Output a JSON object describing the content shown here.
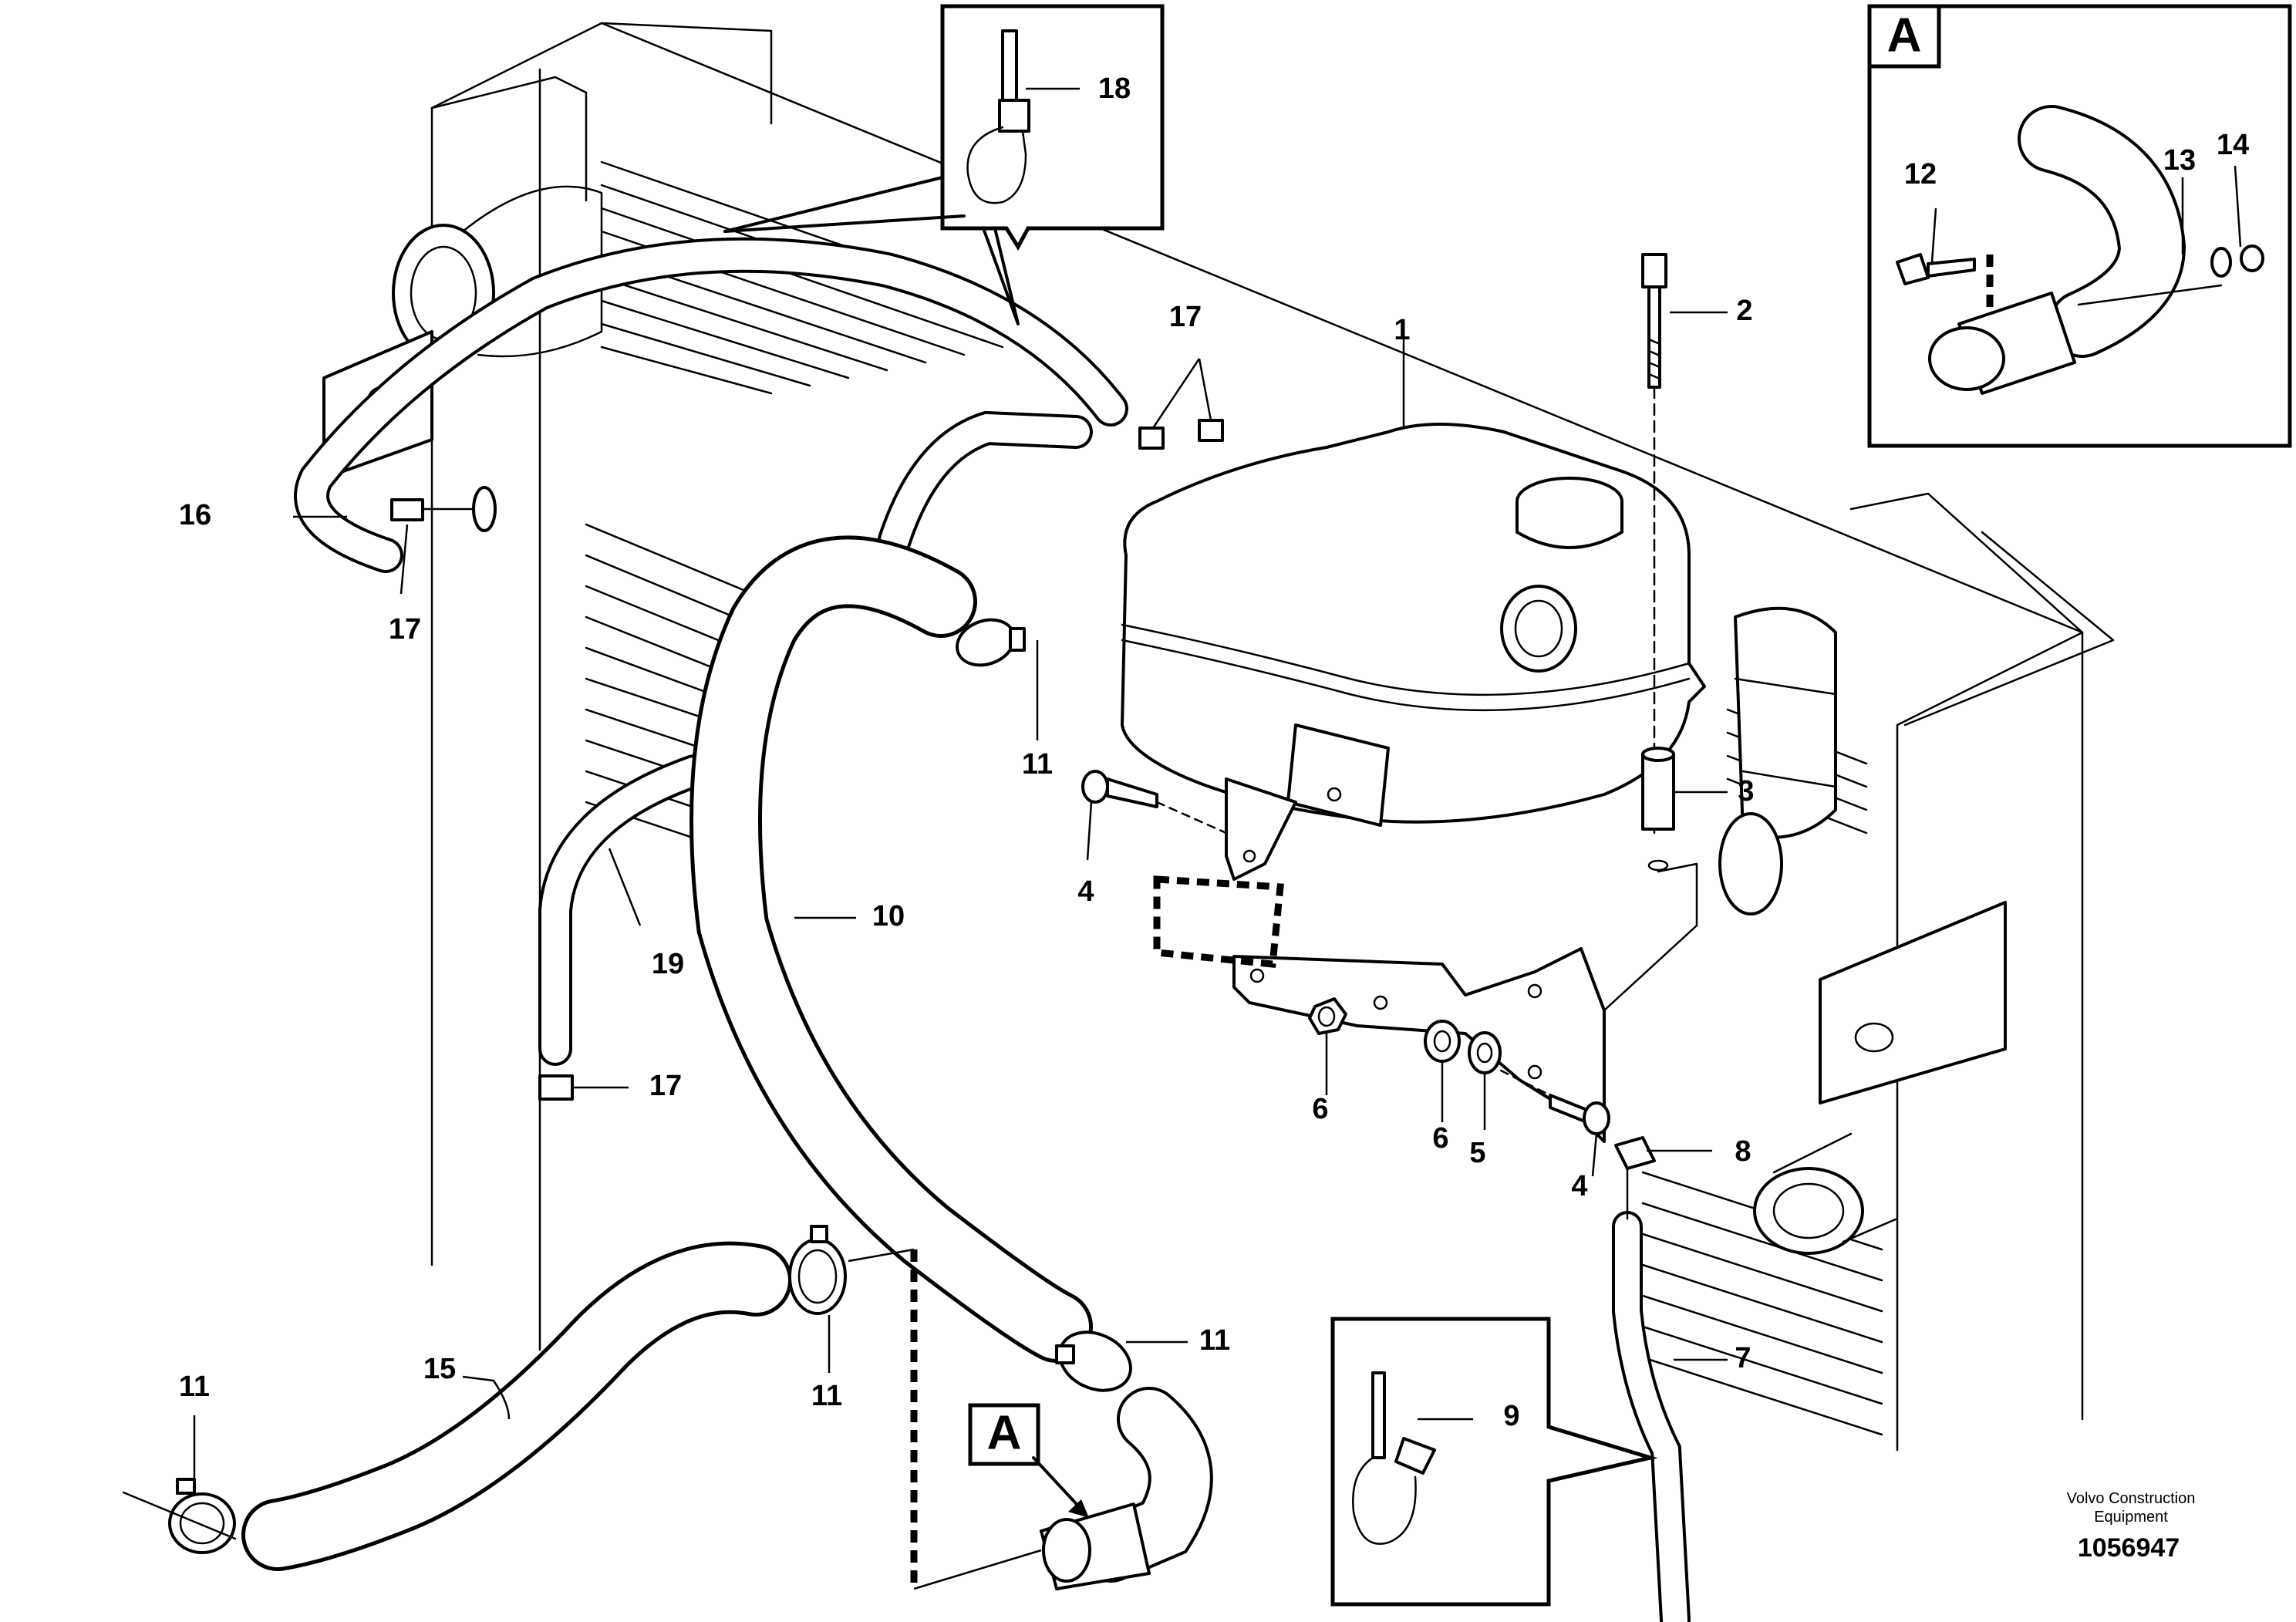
{
  "callouts": {
    "c1": "1",
    "c2": "2",
    "c3": "3",
    "c4a": "4",
    "c4b": "4",
    "c5": "5",
    "c6a": "6",
    "c6b": "6",
    "c7": "7",
    "c8": "8",
    "c9": "9",
    "c10": "10",
    "c11a": "11",
    "c11b": "11",
    "c11c": "11",
    "c11d": "11",
    "c12": "12",
    "c13": "13",
    "c14": "14",
    "c15": "15",
    "c16": "16",
    "c17a": "17",
    "c17b": "17",
    "c17c": "17",
    "c18": "18",
    "c19": "19"
  },
  "inset_labels": {
    "main": "A",
    "ref": "A"
  },
  "credit": {
    "line1": "Volvo Construction",
    "line2": "Equipment"
  },
  "reference_number": "1056947"
}
